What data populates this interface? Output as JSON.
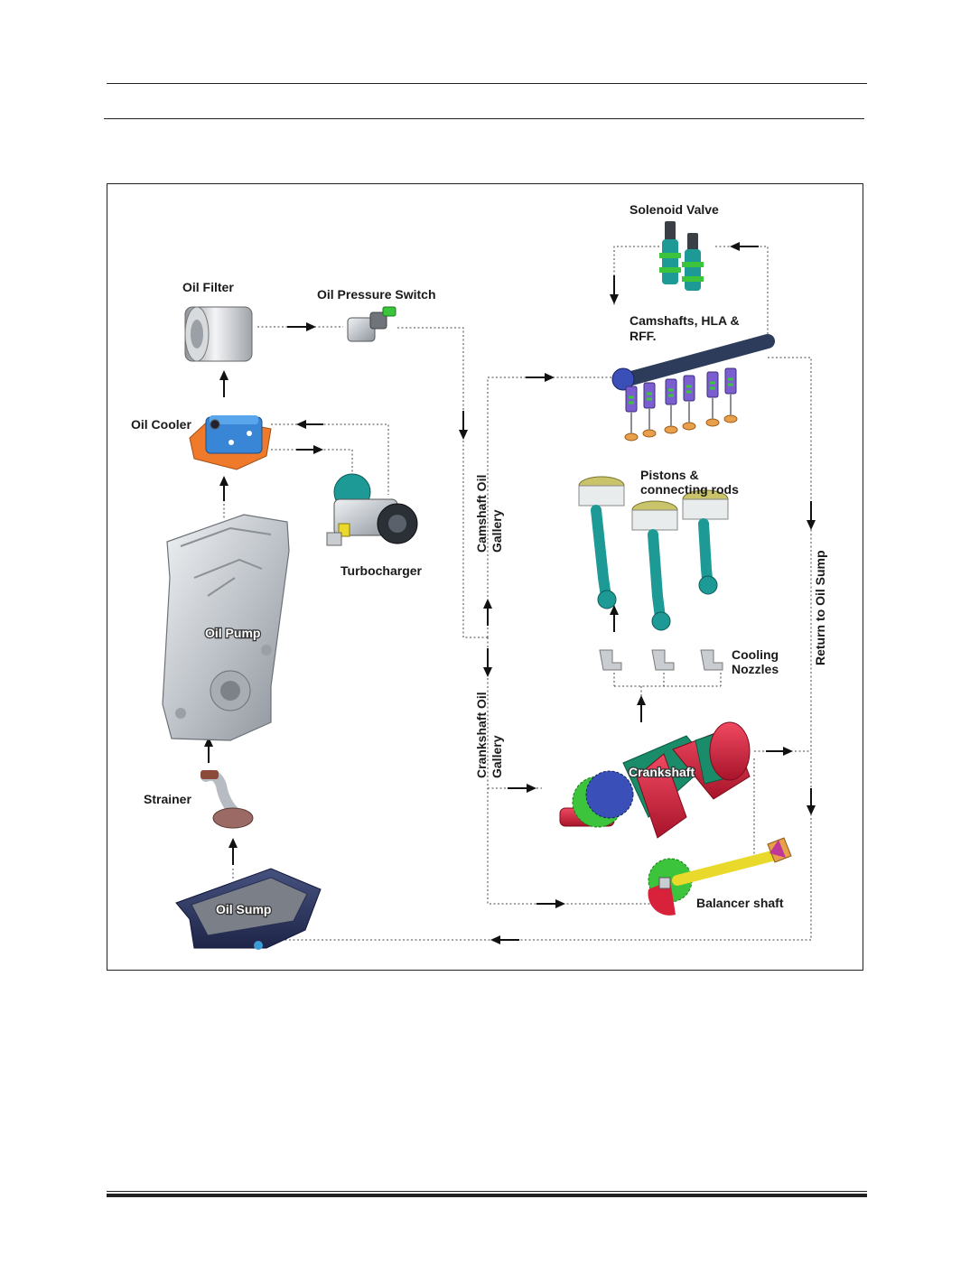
{
  "labels": {
    "solenoid_valve": "Solenoid Valve",
    "oil_filter": "Oil Filter",
    "oil_pressure_switch": "Oil Pressure Switch",
    "camshafts_line1": "Camshafts, HLA &",
    "camshafts_line2": "RFF.",
    "oil_cooler": "Oil Cooler",
    "turbocharger": "Turbocharger",
    "pistons_line1": "Pistons &",
    "pistons_line2": "connecting rods",
    "oil_pump": "Oil Pump",
    "camshaft_gallery_line1": "Camshaft Oil",
    "camshaft_gallery_line2": "Gallery",
    "return_to_sump": "Return to Oil Sump",
    "cooling_line1": "Cooling",
    "cooling_line2": "Nozzles",
    "crankshaft_gallery_line1": "Crankshaft Oil",
    "crankshaft_gallery_line2": "Gallery",
    "crankshaft": "Crankshaft",
    "strainer": "Strainer",
    "balancer_shaft": "Balancer shaft",
    "oil_sump": "Oil Sump"
  },
  "colors": {
    "rule": "#222222",
    "metal": "#c9cdd2",
    "cooler_orange": "#ef7a2b",
    "cooler_blue": "#3a86d6",
    "cam_purple": "#7b5fd1",
    "spring_green": "#3cc43c",
    "valve_orange": "#e8a04a",
    "piston_olive": "#c9c46a",
    "rod_teal": "#1e9a96",
    "crank_red": "#d8223b",
    "crank_teal": "#1a8c6a",
    "gear_blue": "#3a4fb8",
    "balancer_yellow": "#e8d92a",
    "sump_navy": "#2f3a6a"
  }
}
